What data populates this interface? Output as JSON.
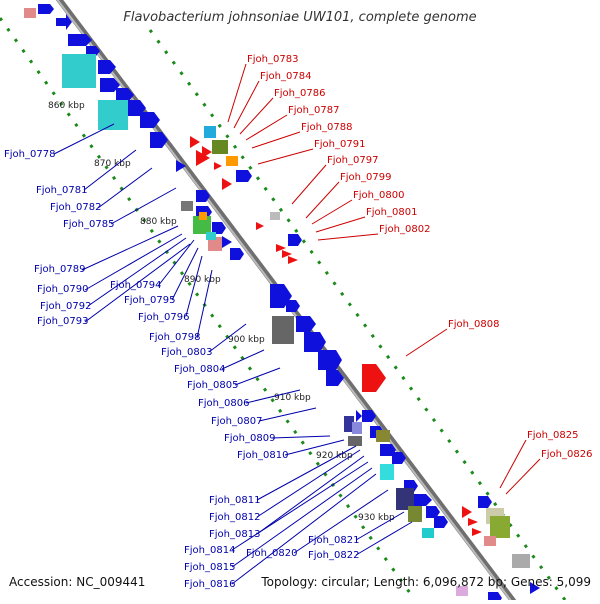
{
  "title": "Flavobacterium johnsoniae UW101, complete genome",
  "footer": {
    "accession": "Accession: NC_009441",
    "summary": "Topology: circular; Length: 6,096,872 bp; Genes: 5,099"
  },
  "colors": {
    "forward_label": "#cc0000",
    "reverse_label": "#0000aa",
    "tick_green": "#1a8a1a",
    "backbone": "#888888"
  },
  "scale_ticks": [
    "860 kbp",
    "870 kbp",
    "880 kbp",
    "890 kbp",
    "900 kbp",
    "910 kbp",
    "920 kbp",
    "930 kbp"
  ],
  "forward_labels": [
    "Fjoh_0783",
    "Fjoh_0784",
    "Fjoh_0786",
    "Fjoh_0787",
    "Fjoh_0788",
    "Fjoh_0791",
    "Fjoh_0797",
    "Fjoh_0799",
    "Fjoh_0800",
    "Fjoh_0801",
    "Fjoh_0802",
    "Fjoh_0808",
    "Fjoh_0825",
    "Fjoh_0826"
  ],
  "reverse_labels": [
    "Fjoh_0778",
    "Fjoh_0781",
    "Fjoh_0782",
    "Fjoh_0785",
    "Fjoh_0789",
    "Fjoh_0790",
    "Fjoh_0792",
    "Fjoh_0793",
    "Fjoh_0794",
    "Fjoh_0795",
    "Fjoh_0796",
    "Fjoh_0798",
    "Fjoh_0803",
    "Fjoh_0804",
    "Fjoh_0805",
    "Fjoh_0806",
    "Fjoh_0807",
    "Fjoh_0809",
    "Fjoh_0810",
    "Fjoh_0811",
    "Fjoh_0812",
    "Fjoh_0813",
    "Fjoh_0814",
    "Fjoh_0815",
    "Fjoh_0816",
    "Fjoh_0820",
    "Fjoh_0821",
    "Fjoh_0822"
  ]
}
